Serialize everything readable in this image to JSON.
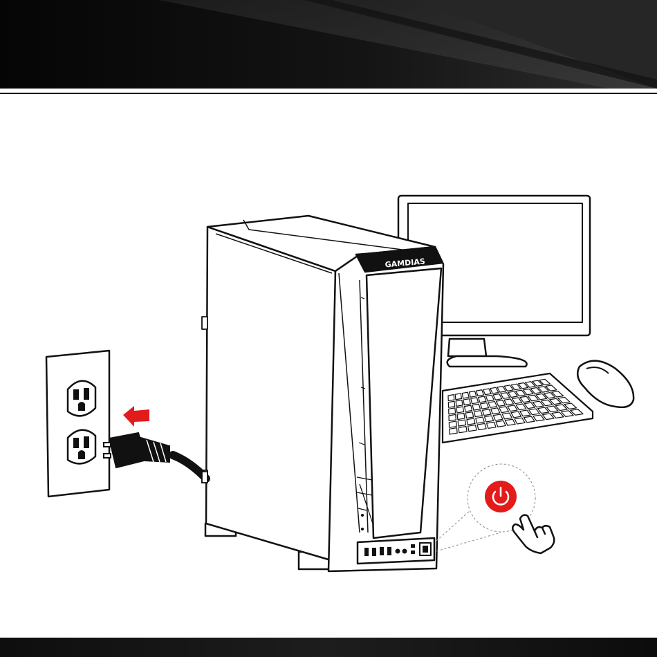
{
  "brand": {
    "logo_text": "GAMDIAS"
  },
  "colors": {
    "header_dark": "#0b0b0b",
    "header_light": "#2a2a2a",
    "accent_red": "#e31b1b",
    "line": "#111111",
    "footer": "#111111"
  },
  "icons": {
    "arrow": "arrow-left-icon",
    "power": "power-icon",
    "hand": "pointing-hand-icon"
  },
  "steps": [
    {
      "id": "plug-in-power-cord",
      "icon": "arrow-left-icon"
    },
    {
      "id": "press-power-button",
      "icon": "power-icon"
    }
  ]
}
